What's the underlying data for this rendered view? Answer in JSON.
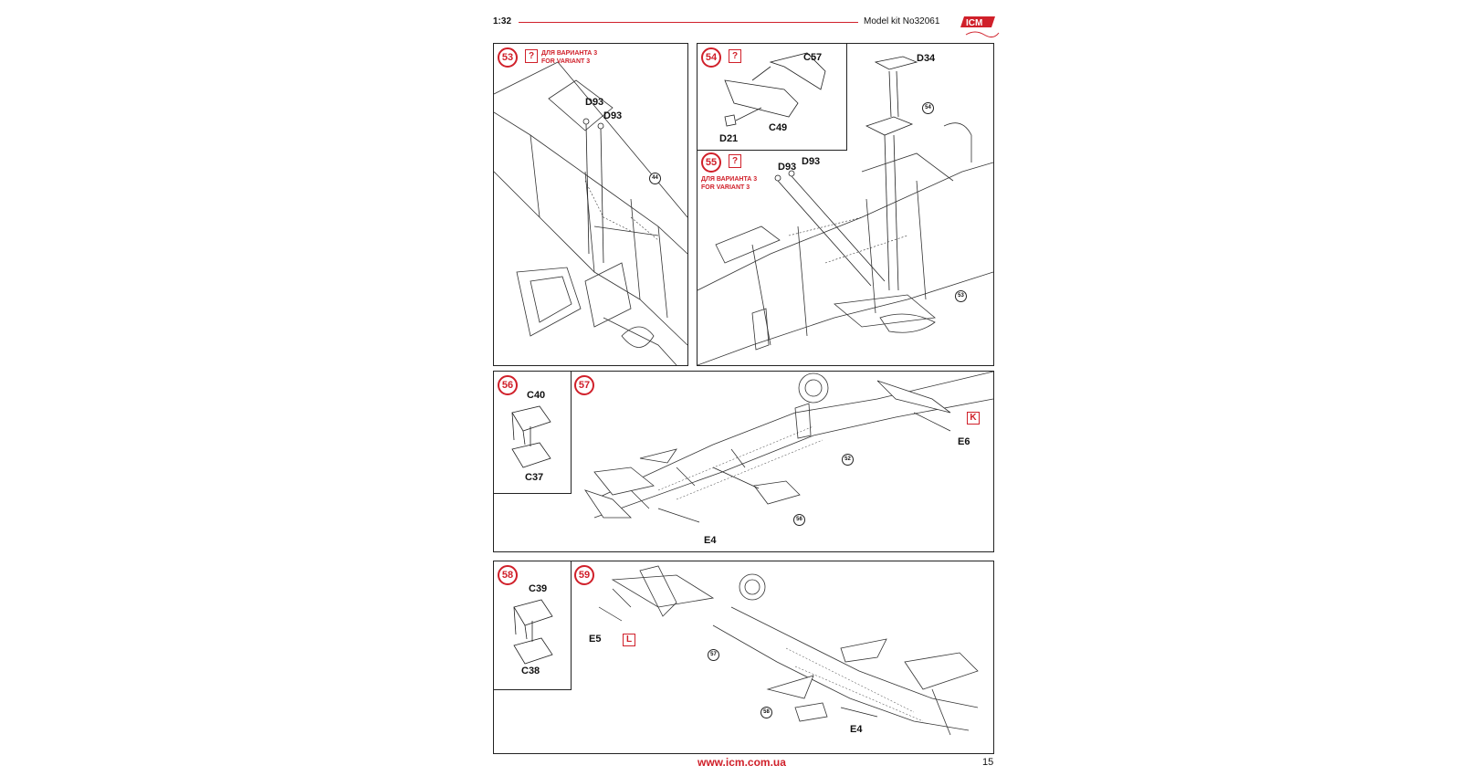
{
  "header": {
    "scale": "1:32",
    "kit": "Model kit No32061",
    "logo_text": "ICM",
    "accent_color": "#d0202a"
  },
  "panels": {
    "p53": {
      "step": "53",
      "question": "?",
      "variant_ru": "ДЛЯ ВАРИАНТА 3",
      "variant_en": "FOR VARIANT 3",
      "parts": [
        "D93",
        "D93"
      ],
      "ref": "44"
    },
    "p54": {
      "step": "54",
      "question": "?",
      "parts": [
        "C57",
        "C49",
        "D21"
      ]
    },
    "p55": {
      "step": "55",
      "question": "?",
      "variant_ru": "ДЛЯ ВАРИАНТА 3",
      "variant_en": "FOR VARIANT 3",
      "parts": [
        "D34",
        "D93",
        "D93"
      ],
      "refs": [
        "54",
        "53"
      ]
    },
    "p56": {
      "step": "56",
      "parts": [
        "C40",
        "C37"
      ]
    },
    "p57": {
      "step": "57",
      "marker": "K",
      "parts": [
        "E6",
        "E4"
      ],
      "refs": [
        "52",
        "56"
      ]
    },
    "p58": {
      "step": "58",
      "parts": [
        "C39",
        "C38"
      ]
    },
    "p59": {
      "step": "59",
      "marker": "L",
      "parts": [
        "E5",
        "E4"
      ],
      "refs": [
        "57",
        "58"
      ]
    }
  },
  "footer": {
    "url": "www.icm.com.ua",
    "page": "15"
  }
}
